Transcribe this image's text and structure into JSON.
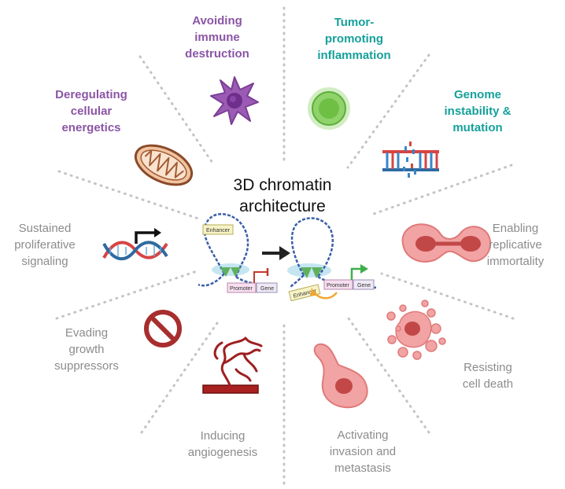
{
  "center": {
    "title": "3D chromatin\narchitecture"
  },
  "hallmarks": [
    {
      "id": "avoiding-immune",
      "text": "Avoiding\nimmune\ndestruction",
      "color": "purple"
    },
    {
      "id": "tumor-inflammation",
      "text": "Tumor-\npromoting\ninflammation",
      "color": "teal"
    },
    {
      "id": "genome-instability",
      "text": "Genome\ninstability &\nmutation",
      "color": "teal"
    },
    {
      "id": "replicative-immortality",
      "text": "Enabling\nreplicative\nimmortality",
      "color": "gray"
    },
    {
      "id": "resisting-death",
      "text": "Resisting\ncell death",
      "color": "gray"
    },
    {
      "id": "invasion-metastasis",
      "text": "Activating\ninvasion and\nmetastasis",
      "color": "gray"
    },
    {
      "id": "angiogenesis",
      "text": "Inducing\nangiogenesis",
      "color": "gray"
    },
    {
      "id": "growth-suppressors",
      "text": "Evading\ngrowth\nsuppressors",
      "color": "gray"
    },
    {
      "id": "proliferative-signaling",
      "text": "Sustained\nproliferative\nsignaling",
      "color": "gray"
    },
    {
      "id": "cellular-energetics",
      "text": "Deregulating\ncellular\nenergetics",
      "color": "purple"
    }
  ],
  "loop_left": {
    "enhancer": "Enhancer",
    "promoter": "Promoter",
    "gene": "Gene"
  },
  "loop_right": {
    "enhancer": "Enhancer",
    "promoter": "Promoter",
    "gene": "Gene"
  },
  "colors": {
    "purple": "#8a55a5",
    "teal": "#16a09a",
    "gray": "#8c8c8c",
    "dotted": "#c4c4c4"
  }
}
